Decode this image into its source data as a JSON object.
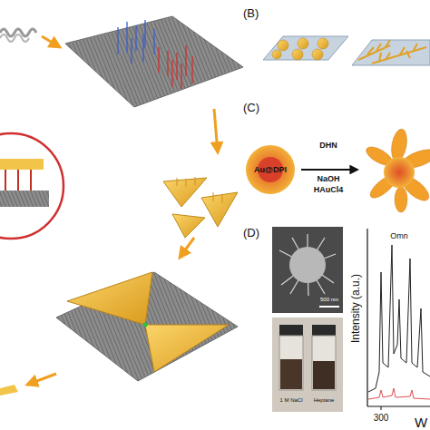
{
  "diagram": {
    "nodes": [
      {
        "text": [
          "Au@DPI"
        ]
      }
    ],
    "labels": [
      "(B)",
      "(C)",
      "(D)",
      "DHN",
      "NaOH",
      "HAuCl4",
      "500 nm",
      "1 M NaCl",
      "Heptane",
      "Intensity (a.u.)",
      "Omn",
      "300",
      "W"
    ]
  }
}
